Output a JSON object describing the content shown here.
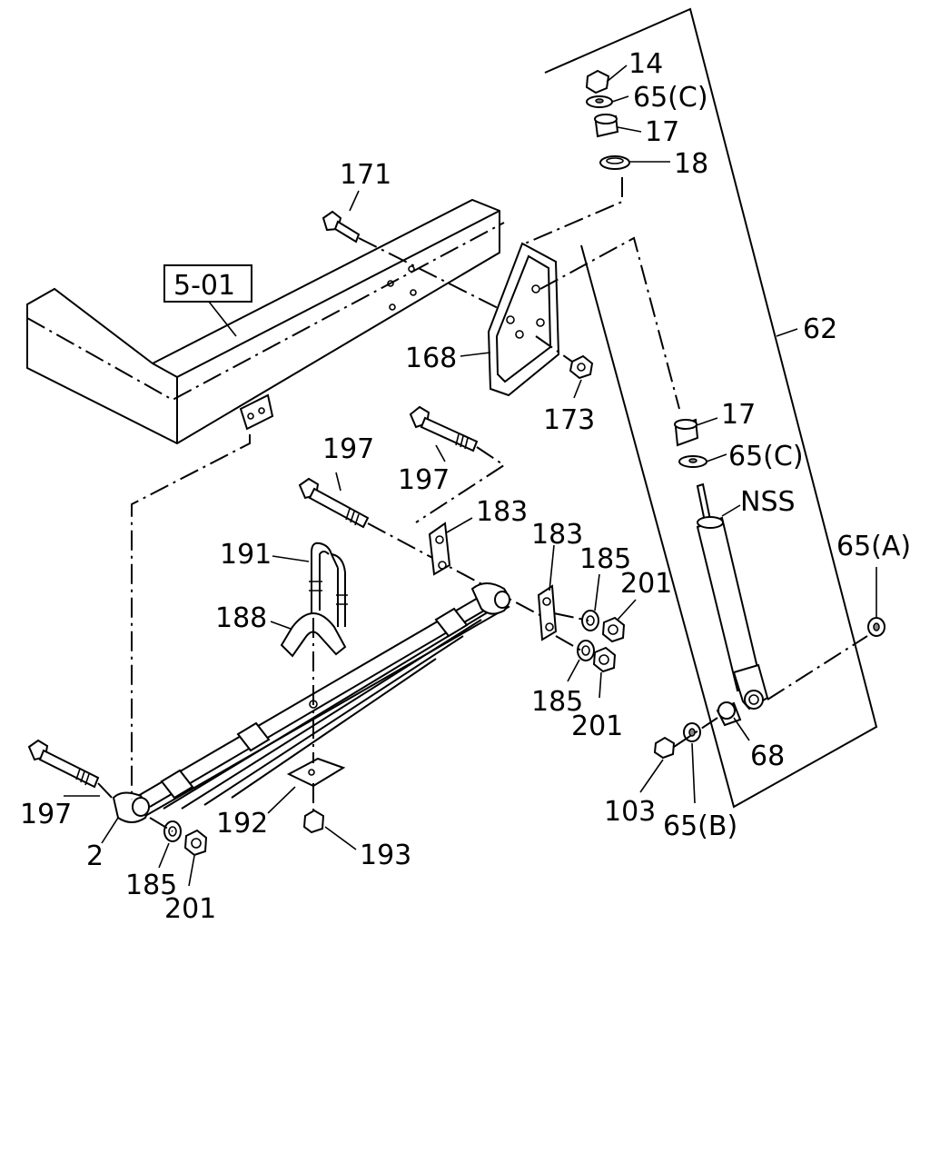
{
  "callouts": [
    {
      "id": "c14",
      "text": "14"
    },
    {
      "id": "c65c_top",
      "text": "65(C)"
    },
    {
      "id": "c17_top",
      "text": "17"
    },
    {
      "id": "c18",
      "text": "18"
    },
    {
      "id": "c171",
      "text": "171"
    },
    {
      "id": "c5_01",
      "text": "5-01"
    },
    {
      "id": "c62",
      "text": "62"
    },
    {
      "id": "c168",
      "text": "168"
    },
    {
      "id": "c173",
      "text": "173"
    },
    {
      "id": "c17_mid",
      "text": "17"
    },
    {
      "id": "c65c_mid",
      "text": "65(C)"
    },
    {
      "id": "c197_a",
      "text": "197"
    },
    {
      "id": "c197_b",
      "text": "197"
    },
    {
      "id": "cNSS",
      "text": "NSS"
    },
    {
      "id": "c183_a",
      "text": "183"
    },
    {
      "id": "c183_b",
      "text": "183"
    },
    {
      "id": "c65a",
      "text": "65(A)"
    },
    {
      "id": "c191",
      "text": "191"
    },
    {
      "id": "c185_a",
      "text": "185"
    },
    {
      "id": "c201_a",
      "text": "201"
    },
    {
      "id": "c188",
      "text": "188"
    },
    {
      "id": "c185_b",
      "text": "185"
    },
    {
      "id": "c201_b",
      "text": "201"
    },
    {
      "id": "c68",
      "text": "68"
    },
    {
      "id": "c197_c",
      "text": "197"
    },
    {
      "id": "c103",
      "text": "103"
    },
    {
      "id": "c65b",
      "text": "65(B)"
    },
    {
      "id": "c192",
      "text": "192"
    },
    {
      "id": "c2",
      "text": "2"
    },
    {
      "id": "c193",
      "text": "193"
    },
    {
      "id": "c185_c",
      "text": "185"
    },
    {
      "id": "c201_c",
      "text": "201"
    }
  ]
}
